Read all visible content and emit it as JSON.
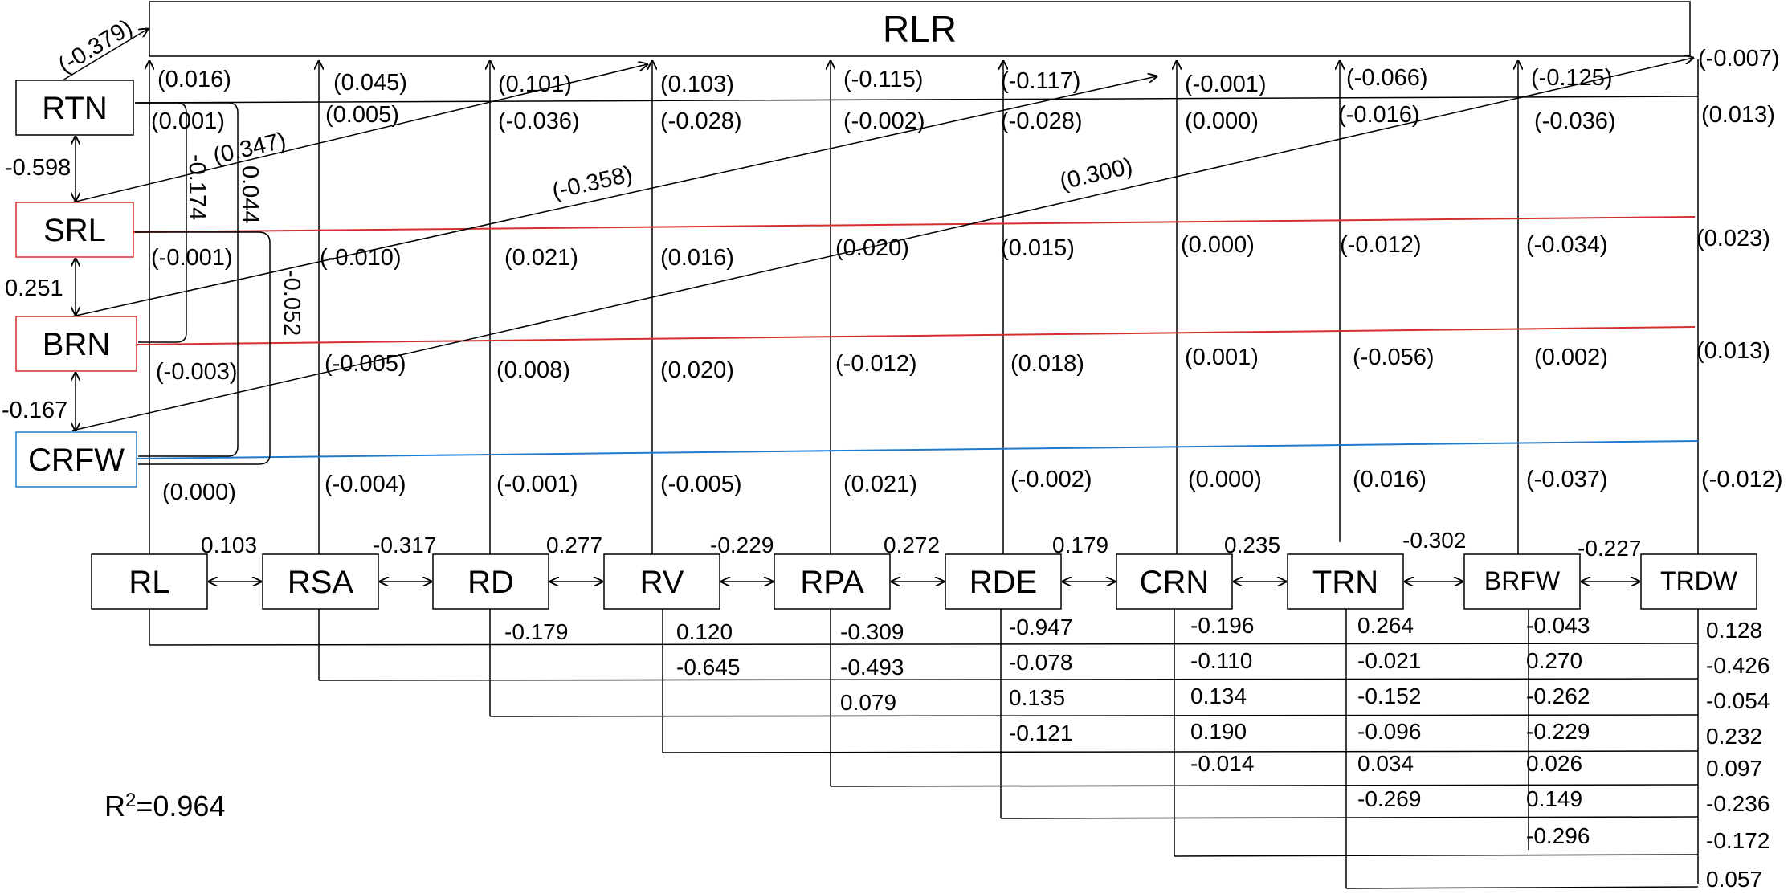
{
  "diagram": {
    "target": "RLR",
    "left_nodes": [
      {
        "id": "RTN",
        "label": "RTN",
        "border": "#000000"
      },
      {
        "id": "SRL",
        "label": "SRL",
        "border": "#d32f2f"
      },
      {
        "id": "BRN",
        "label": "BRN",
        "border": "#d32f2f"
      },
      {
        "id": "CRFW",
        "label": "CRFW",
        "border": "#1f7ac9"
      }
    ],
    "left_correlations": {
      "RTN_SRL": "-0.598",
      "SRL_BRN": "0.251",
      "BRN_CRFW": "-0.167",
      "RTN_BRN": "-0.174",
      "RTN_CRFW": "0.044",
      "SRL_CRFW": "-0.052",
      "RTN_RLR": "(-0.379)",
      "SRL_RV": "(0.347)",
      "BRN_CRN": "(-0.358)",
      "CRFW_TRDW": "(0.300)"
    },
    "bottom_nodes": [
      {
        "id": "RL",
        "label": "RL"
      },
      {
        "id": "RSA",
        "label": "RSA"
      },
      {
        "id": "RD",
        "label": "RD"
      },
      {
        "id": "RV",
        "label": "RV"
      },
      {
        "id": "RPA",
        "label": "RPA"
      },
      {
        "id": "RDE",
        "label": "RDE"
      },
      {
        "id": "CRN",
        "label": "CRN"
      },
      {
        "id": "TRN",
        "label": "TRN"
      },
      {
        "id": "BRFW",
        "label": "BRFW"
      },
      {
        "id": "TRDW",
        "label": "TRDW"
      }
    ],
    "adjacent_correlations": [
      "0.103",
      "-0.317",
      "0.277",
      "-0.229",
      "0.272",
      "0.179",
      "0.235",
      "-0.302",
      "-0.227"
    ],
    "path_rows": {
      "rtn_upper": [
        "(0.016)",
        "(0.045)",
        "(0.101)",
        "(0.103)",
        "(-0.115)",
        "(-0.117)",
        "(-0.001)",
        "(-0.066)",
        "(-0.125)",
        "(-0.007)"
      ],
      "rtn_lower": [
        "(0.001)",
        "(0.005)",
        "(-0.036)",
        "(-0.028)",
        "(-0.002)",
        "(-0.028)",
        "(0.000)",
        "(-0.016)",
        "(-0.036)",
        "(0.013)"
      ],
      "srl": [
        "(-0.001)",
        "(-0.010)",
        "(0.021)",
        "(0.016)",
        "(0.020)",
        "(0.015)",
        "(0.000)",
        "(-0.012)",
        "(-0.034)",
        "(0.023)"
      ],
      "brn": [
        "(-0.003)",
        "(-0.005)",
        "(0.008)",
        "(0.020)",
        "(-0.012)",
        "(0.018)",
        "(0.001)",
        "(-0.056)",
        "(0.002)",
        "(0.013)"
      ],
      "crfw": [
        "(0.000)",
        "(-0.004)",
        "(-0.001)",
        "(-0.005)",
        "(0.021)",
        "(-0.002)",
        "(0.000)",
        "(0.016)",
        "(-0.037)",
        "(-0.012)"
      ]
    },
    "lower_matrix": {
      "RL": [
        "-0.179",
        "0.120",
        "-0.309",
        "-0.947",
        "-0.196",
        "0.264",
        "-0.043",
        "0.128"
      ],
      "RSA": [
        "-0.645",
        "-0.493",
        "-0.078",
        "-0.110",
        "-0.021",
        "0.270",
        "-0.426"
      ],
      "RD": [
        "0.079",
        "0.135",
        "0.134",
        "-0.152",
        "-0.262",
        "-0.054"
      ],
      "RV": [
        "-0.121",
        "0.190",
        "-0.096",
        "-0.229",
        "0.232"
      ],
      "RPA": [
        "-0.014",
        "0.034",
        "0.026",
        "0.097"
      ],
      "RDE": [
        "-0.269",
        "0.149",
        "-0.236"
      ],
      "CRN": [
        "-0.296",
        "-0.172"
      ],
      "TRN": [
        "0.057"
      ]
    },
    "r_squared_prefix": "R",
    "r_squared_sup": "2",
    "r_squared_value": "=0.964",
    "colors": {
      "line": "#000000",
      "red": "#d32f2f",
      "blue": "#1f7ac9"
    }
  }
}
